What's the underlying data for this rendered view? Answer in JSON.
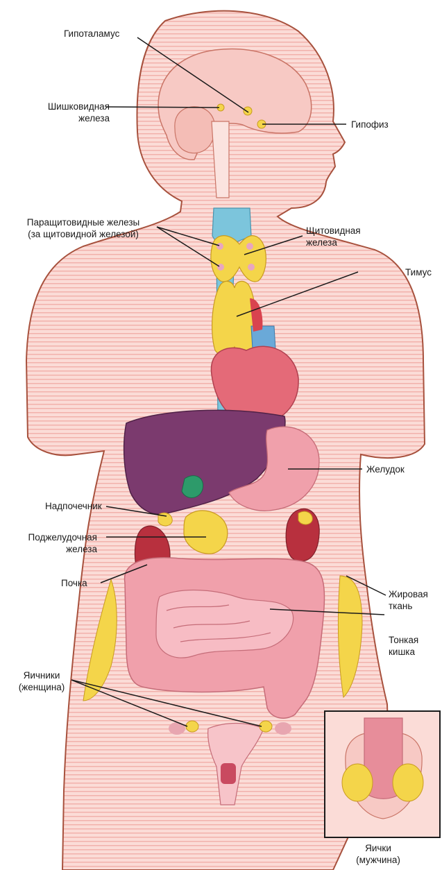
{
  "labels": {
    "hypothalamus": "Гипоталамус",
    "pineal_l1": "Шишковидная",
    "pineal_l2": "железа",
    "pituitary": "Гипофиз",
    "parathyroid_l1": "Паращитовидные железы",
    "parathyroid_l2": "(за щитовидной железой)",
    "thyroid_l1": "Щитовидная",
    "thyroid_l2": "железа",
    "thymus": "Тимус",
    "stomach": "Желудок",
    "adrenal": "Надпочечник",
    "pancreas_l1": "Поджелудочная",
    "pancreas_l2": "железа",
    "kidney": "Почка",
    "fat_l1": "Жировая",
    "fat_l2": "ткань",
    "intestine_l1": "Тонкая",
    "intestine_l2": "кишка",
    "ovaries_l1": "Яичники",
    "ovaries_l2": "(женщина)",
    "testes_l1": "Яички",
    "testes_l2": "(мужчина)"
  },
  "colors": {
    "skin": "#f9d4cf",
    "skin_stripe": "#f3b3ad",
    "outline": "#a7513d",
    "gland": "#f4d54a",
    "liver": "#7b3a6e",
    "heart": "#e46a78",
    "kidney": "#b8303e",
    "intestine": "#f0a0ab",
    "trachea": "#7cc5dc"
  }
}
